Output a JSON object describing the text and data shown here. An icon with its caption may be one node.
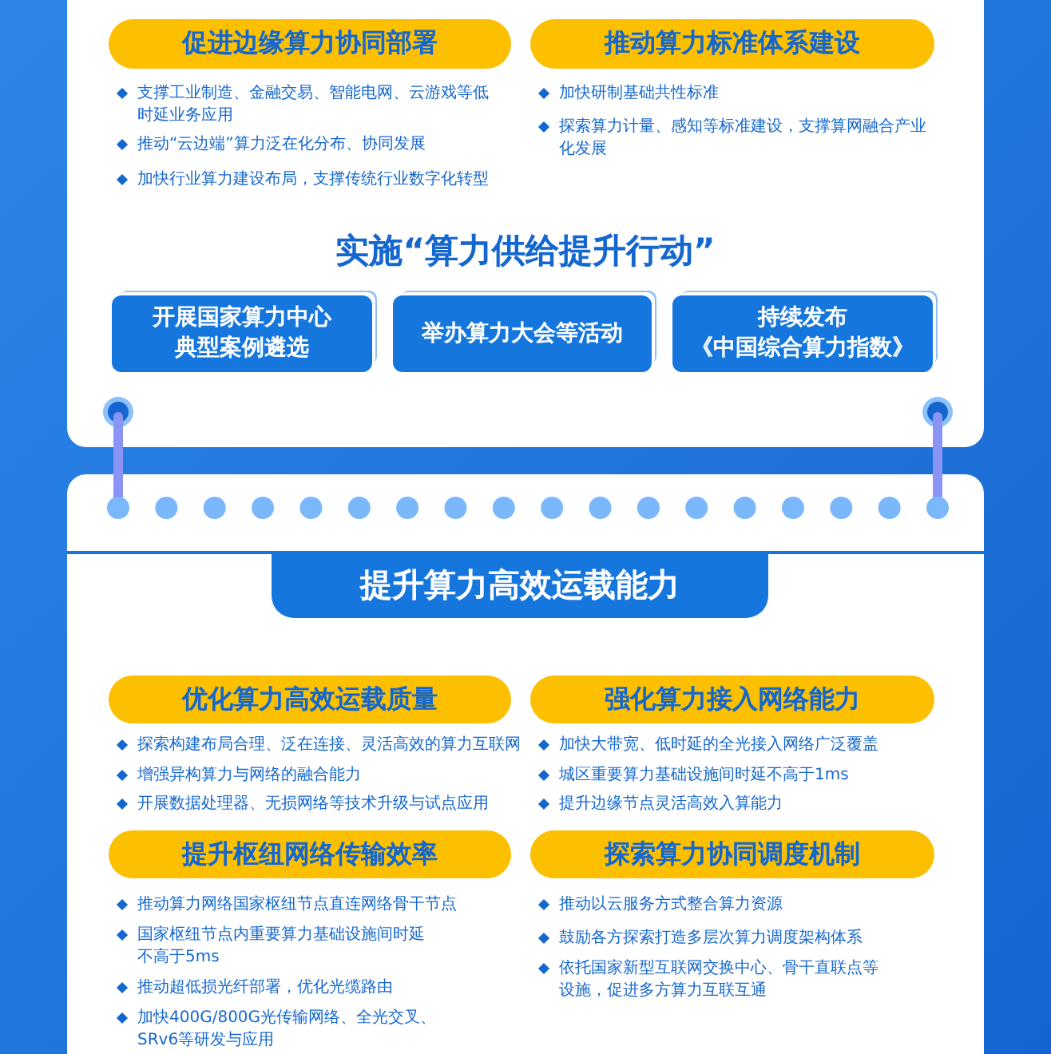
{
  "diagram": {
    "nodes": [
      {
        "text": [],
        "shape": "box"
      },
      {
        "text": [
          "促进边缘算力协同部署"
        ],
        "in": 0,
        "beside": [
          "支撑工业制造、金融交易、智能电网、云游戏等低时延业务应用",
          "推动“云边端”算力泛在化分布、协同发展",
          "加快行业算力建设布局，支撑传统行业数字化转型"
        ]
      },
      {
        "text": [
          "推动算力标准体系建设"
        ],
        "in": 0,
        "beside": [
          "加快研制基础共性标准",
          "探索算力计量、感知等标准建设，支撑算网融合产业化发展"
        ]
      },
      {
        "text": [
          "开展国家算力中心典型案例遴选"
        ],
        "in": 0
      },
      {
        "text": [
          "举办算力大会等活动"
        ],
        "in": 0
      },
      {
        "text": [
          "持续发布《中国综合算力指数》"
        ],
        "in": 0
      },
      {
        "text": [
          "提升算力高效运载能力"
        ]
      },
      {
        "text": [
          "优化算力高效运载质量"
        ],
        "in": 6,
        "beside": [
          "探索构建布局合理、泛在连接、灵活高效的算力互联网",
          "增强异构算力与网络的融合能力",
          "开展数据处理器、无损网络等技术升级与试点应用"
        ]
      },
      {
        "text": [
          "强化算力接入网络能力"
        ],
        "in": 6,
        "beside": [
          "加快大带宽、低时延的全光接入网络广泛覆盖",
          "城区重要算力基础设施间时延不高于1ms",
          "提升边缘节点灵活高效入算能力"
        ]
      },
      {
        "text": [
          "提升枢纽网络传输效率"
        ],
        "in": 6,
        "beside": [
          "推动算力网络国家枢纽节点直连网络骨干节点",
          "国家枢纽节点内重要算力基础设施间时延不高于5ms",
          "推动超低损光纤部署，优化光缆路由",
          "加快400G/800G光传输网络、全光交叉、SRv6等研发与应用"
        ]
      },
      {
        "text": [
          "探索算力协同调度机制"
        ],
        "in": 6,
        "beside": [
          "推动以云服务方式整合算力资源",
          "鼓励各方探索打造多层次算力调度架构体系",
          "依托国家新型互联网交换中心、骨干直联点等设施，促进多方算力互联互通"
        ]
      }
    ],
    "labels": [
      "实施“算力供给提升行动”"
    ]
  }
}
